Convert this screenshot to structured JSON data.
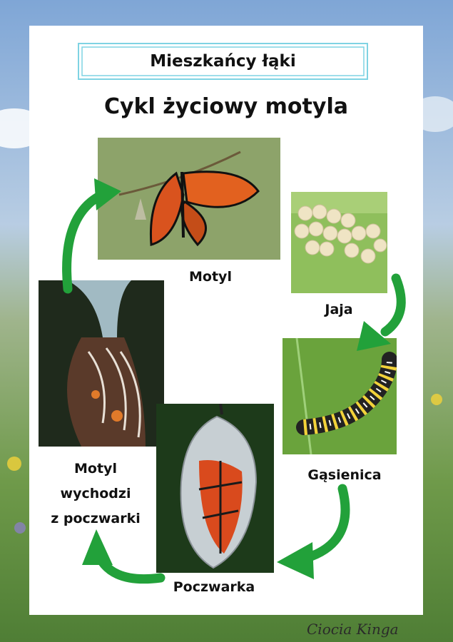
{
  "header": {
    "category": "Mieszkańcy łąki",
    "title": "Cykl życiowy motyla"
  },
  "stages": {
    "butterfly": "Motyl",
    "eggs": "Jaja",
    "caterpillar": "Gąsienica",
    "pupa": "Poczwarka",
    "emerging": [
      "Motyl",
      "wychodzi",
      "z poczwarki"
    ]
  },
  "watermark": "Ciocia Kinga",
  "colors": {
    "arrow": "#22a13a",
    "banner_border": "#7fd3e3",
    "card": "#ffffff"
  },
  "icons": [
    "cycle-arrow-icon"
  ]
}
